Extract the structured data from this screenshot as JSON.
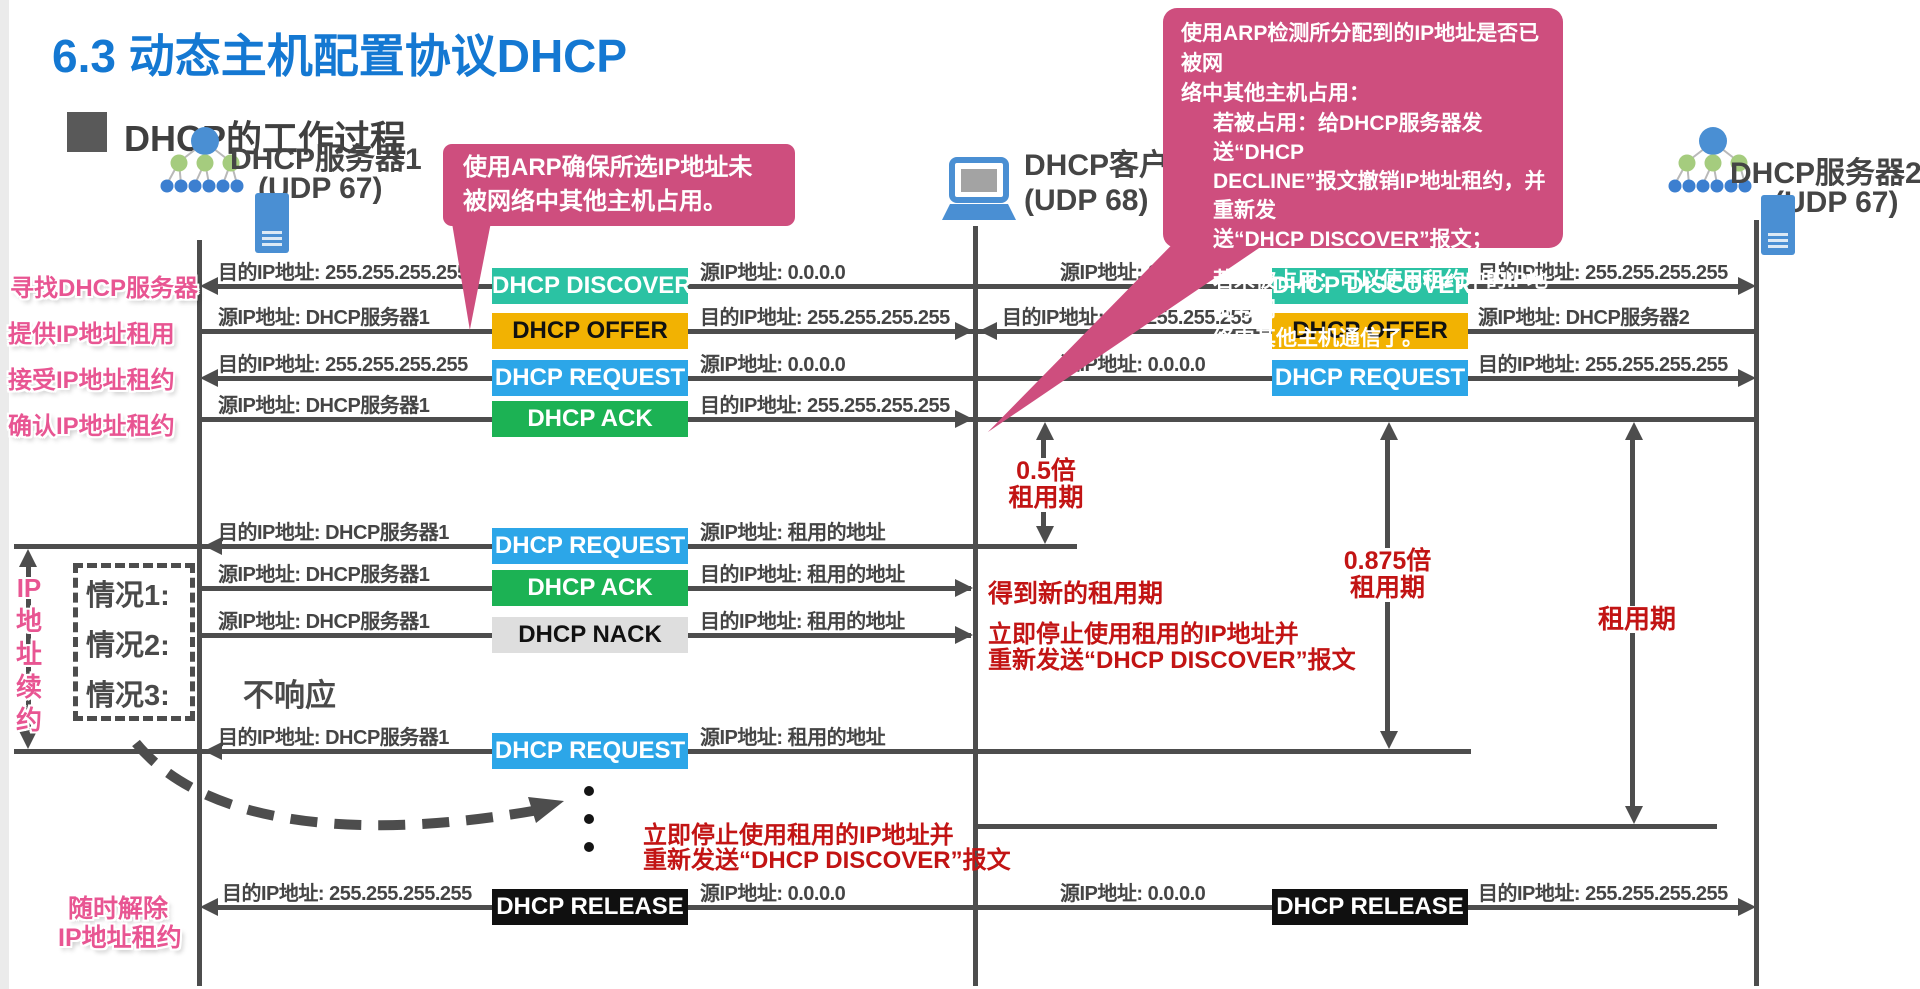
{
  "title": "6.3 动态主机配置协议DHCP",
  "subtitle": "DHCP的工作过程",
  "actors": {
    "server1_name": "DHCP服务器1",
    "server1_port": "(UDP 67)",
    "client_name": "DHCP客户",
    "client_port": "(UDP 68)",
    "server2_name": "DHCP服务器2",
    "server2_port": "(UDP 67)"
  },
  "phase_labels": {
    "find": "寻找DHCP服务器",
    "offer": "提供IP地址租用",
    "accept": "接受IP地址租约",
    "confirm": "确认IP地址租约",
    "release1": "随时解除",
    "release2": "IP地址租约"
  },
  "bubble_left": {
    "line1": "使用ARP确保所选IP地址未",
    "line2": "被网络中其他主机占用。"
  },
  "bubble_right": {
    "l1": "使用ARP检测所分配到的IP地址是否已被网",
    "l2": "络中其他主机占用：",
    "l3": "若被占用：给DHCP服务器发送“DHCP",
    "l4": "DECLINE”报文撤销IP地址租约，并重新发",
    "l5": "送“DHCP DISCOVER”报文；",
    "l6": "若未被占用：可以使用租约中的IP地址与网",
    "l7": "络中其他主机通信了。"
  },
  "boxes": {
    "discover": "DHCP DISCOVER",
    "offer": "DHCP OFFER",
    "request": "DHCP REQUEST",
    "ack": "DHCP ACK",
    "nack": "DHCP NACK",
    "release": "DHCP RELEASE"
  },
  "rows": {
    "r1_left": "目的IP地址: 255.255.255.255",
    "r1_mid": "源IP地址:  0.0.0.0",
    "r1_rleft": "源IP地址:  0.0.0.0",
    "r1_rright": "目的IP地址: 255.255.255.255",
    "r2_left": "源IP地址: DHCP服务器1",
    "r2_mid": "目的IP地址: 255.255.255.255",
    "r2_rleft": "目的IP地址: 255.255.255.255",
    "r2_rright": "源IP地址: DHCP服务器2",
    "r3_left": "目的IP地址: 255.255.255.255",
    "r3_mid": "源IP地址:  0.0.0.0",
    "r3_rleft": "源IP地址:  0.0.0.0",
    "r3_rright": "目的IP地址: 255.255.255.255",
    "r4_left": "源IP地址: DHCP服务器1",
    "r4_mid": "目的IP地址: 255.255.255.255",
    "r5_left": "目的IP地址: DHCP服务器1",
    "r5_mid": "源IP地址: 租用的地址",
    "r6_left": "源IP地址: DHCP服务器1",
    "r6_mid": "目的IP地址: 租用的地址",
    "r7_left": "源IP地址: DHCP服务器1",
    "r7_mid": "目的IP地址: 租用的地址",
    "r8_left": "目的IP地址: DHCP服务器1",
    "r8_mid": "源IP地址: 租用的地址",
    "r9_left": "目的IP地址: 255.255.255.255",
    "r9_mid": "源IP地址:  0.0.0.0",
    "r9_rleft": "源IP地址:  0.0.0.0",
    "r9_rright": "目的IP地址: 255.255.255.255"
  },
  "renewal": {
    "vertical_label": "IP地址续约",
    "case1": "情况1:",
    "case2": "情况2:",
    "case3": "情况3:",
    "no_response": "不响应"
  },
  "annotations": {
    "half_lease_l1": "0.5倍",
    "half_lease_l2": "租用期",
    "lease875_l1": "0.875倍",
    "lease875_l2": "租用期",
    "lease_full": "租用期",
    "new_lease": "得到新的租用期",
    "stop_l1": "立即停止使用租用的IP地址并",
    "stop_l2": "重新发送“DHCP DISCOVER”报文",
    "stop2_l1": "立即停止使用租用的IP地址并",
    "stop2_l2": "重新发送“DHCP DISCOVER”报文"
  },
  "colors": {
    "title_blue": "#1478d2",
    "bubble_pink": "#ce4e7e",
    "label_pink": "#e85592",
    "annotation_red": "#c21414",
    "discover": "#2bc2a3",
    "offer": "#f2b202",
    "request": "#2ca6e8",
    "ack": "#1cb254",
    "nack": "#dedede",
    "release": "#101010"
  }
}
